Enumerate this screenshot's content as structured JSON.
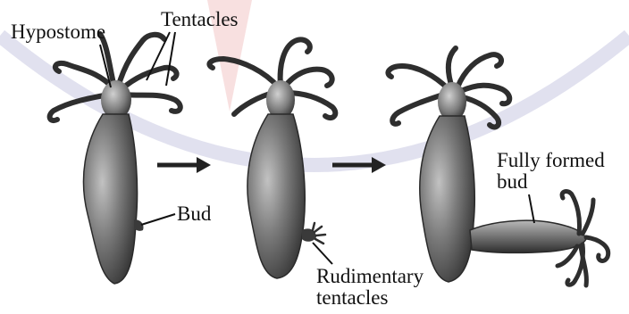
{
  "labels": {
    "hypostome": "Hypostome",
    "tentacles": "Tentacles",
    "bud": "Bud",
    "rudimentary_line1": "Rudimentary",
    "rudimentary_line2": "tentacles",
    "fully_line1": "Fully formed",
    "fully_line2": "bud"
  },
  "stages": [
    "stage-1",
    "stage-2",
    "stage-3"
  ],
  "colors": {
    "body_dark": "#3a3a3a",
    "body_mid": "#7a7a7a",
    "body_light": "#bdbdbd",
    "watermark": "#c9c9e2",
    "accent": "#f3c7c7",
    "text": "#111111"
  }
}
